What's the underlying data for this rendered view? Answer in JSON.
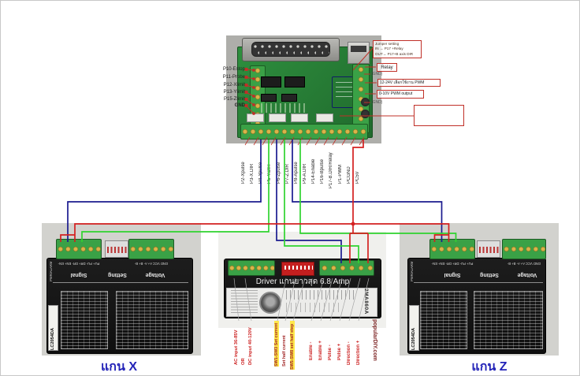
{
  "colors": {
    "wire_pulse_blue": "#1b1b8f",
    "wire_dir_green": "#2fd32f",
    "wire_5v_red": "#d42020",
    "annotation_red": "#c03028",
    "axis_label_blue": "#2424b8",
    "highlight_yellow": "#ffe84a"
  },
  "breakout_board": {
    "left_pins": [
      "P10-Estop",
      "P11-Probe",
      "P12-Xlimit",
      "P13-Ylimit",
      "P15-Zlimit",
      "GND"
    ],
    "bottom_pins": [
      "P2-Xpulse",
      "P3-X.DIR",
      "P4-Ypulse",
      "P5-Y.DIR",
      "P6-Zpulse",
      "P7-Z.DIR",
      "P8-Apulse",
      "P9-A.DIR",
      "P14-Enable",
      "P16-Bpulse",
      "P17-B.DIR/Relay",
      "P1-PWM",
      "PCGND",
      "PC5V"
    ],
    "annotations": {
      "jumper_setting_line1": "Jumper setting",
      "jumper_setting_line2": "IN → P17 +Relay",
      "jumper_setting_line3": "OUT→ P17+B axis DIR",
      "relay": "Relay",
      "gnd_upper": "(GND)",
      "pwm_supply": "12-24V เลือกใช้งาน PWM",
      "pwm_output": "0-10V PWM output",
      "gnd_lower": "(GND)"
    }
  },
  "driver_x": {
    "model": "LC2054DA",
    "status_led": "PWR/ALARM",
    "section_signal": "Signal",
    "section_setting": "Setting",
    "section_voltage": "Voltage",
    "signal_pins": "PU+ PU- DR+ DR- EN+ EN-",
    "voltage_pins": "GND VCC A+ A- B+ B-",
    "axis_label": "แกน X"
  },
  "driver_z": {
    "model": "LC2054DA",
    "status_led": "PWR/ALARM",
    "section_signal": "Signal",
    "section_setting": "Setting",
    "section_voltage": "Voltage",
    "signal_pins": "PU+ PU- DR+ DR- EN+ EN-",
    "voltage_pins": "GND VCC A+ A- B+ B-",
    "axis_label": "แกน Z"
  },
  "middle_driver": {
    "title": "Driver แกนยาวสุด 6.8 Amp",
    "model": "2MA860A",
    "website": "popularDIY.com",
    "power_line1": "AC input 36-85V",
    "power_line2": "OR",
    "power_line3": "DC input 40-120V",
    "sw_current": "SW1-SW3 Set current",
    "set_half_current": "Set half current",
    "sw_half_step": "SW5-SW8 set half step",
    "pins": [
      "Enable -",
      "Enable +",
      "Pulse -",
      "Pulse +",
      "Direction -",
      "Direction +"
    ]
  }
}
